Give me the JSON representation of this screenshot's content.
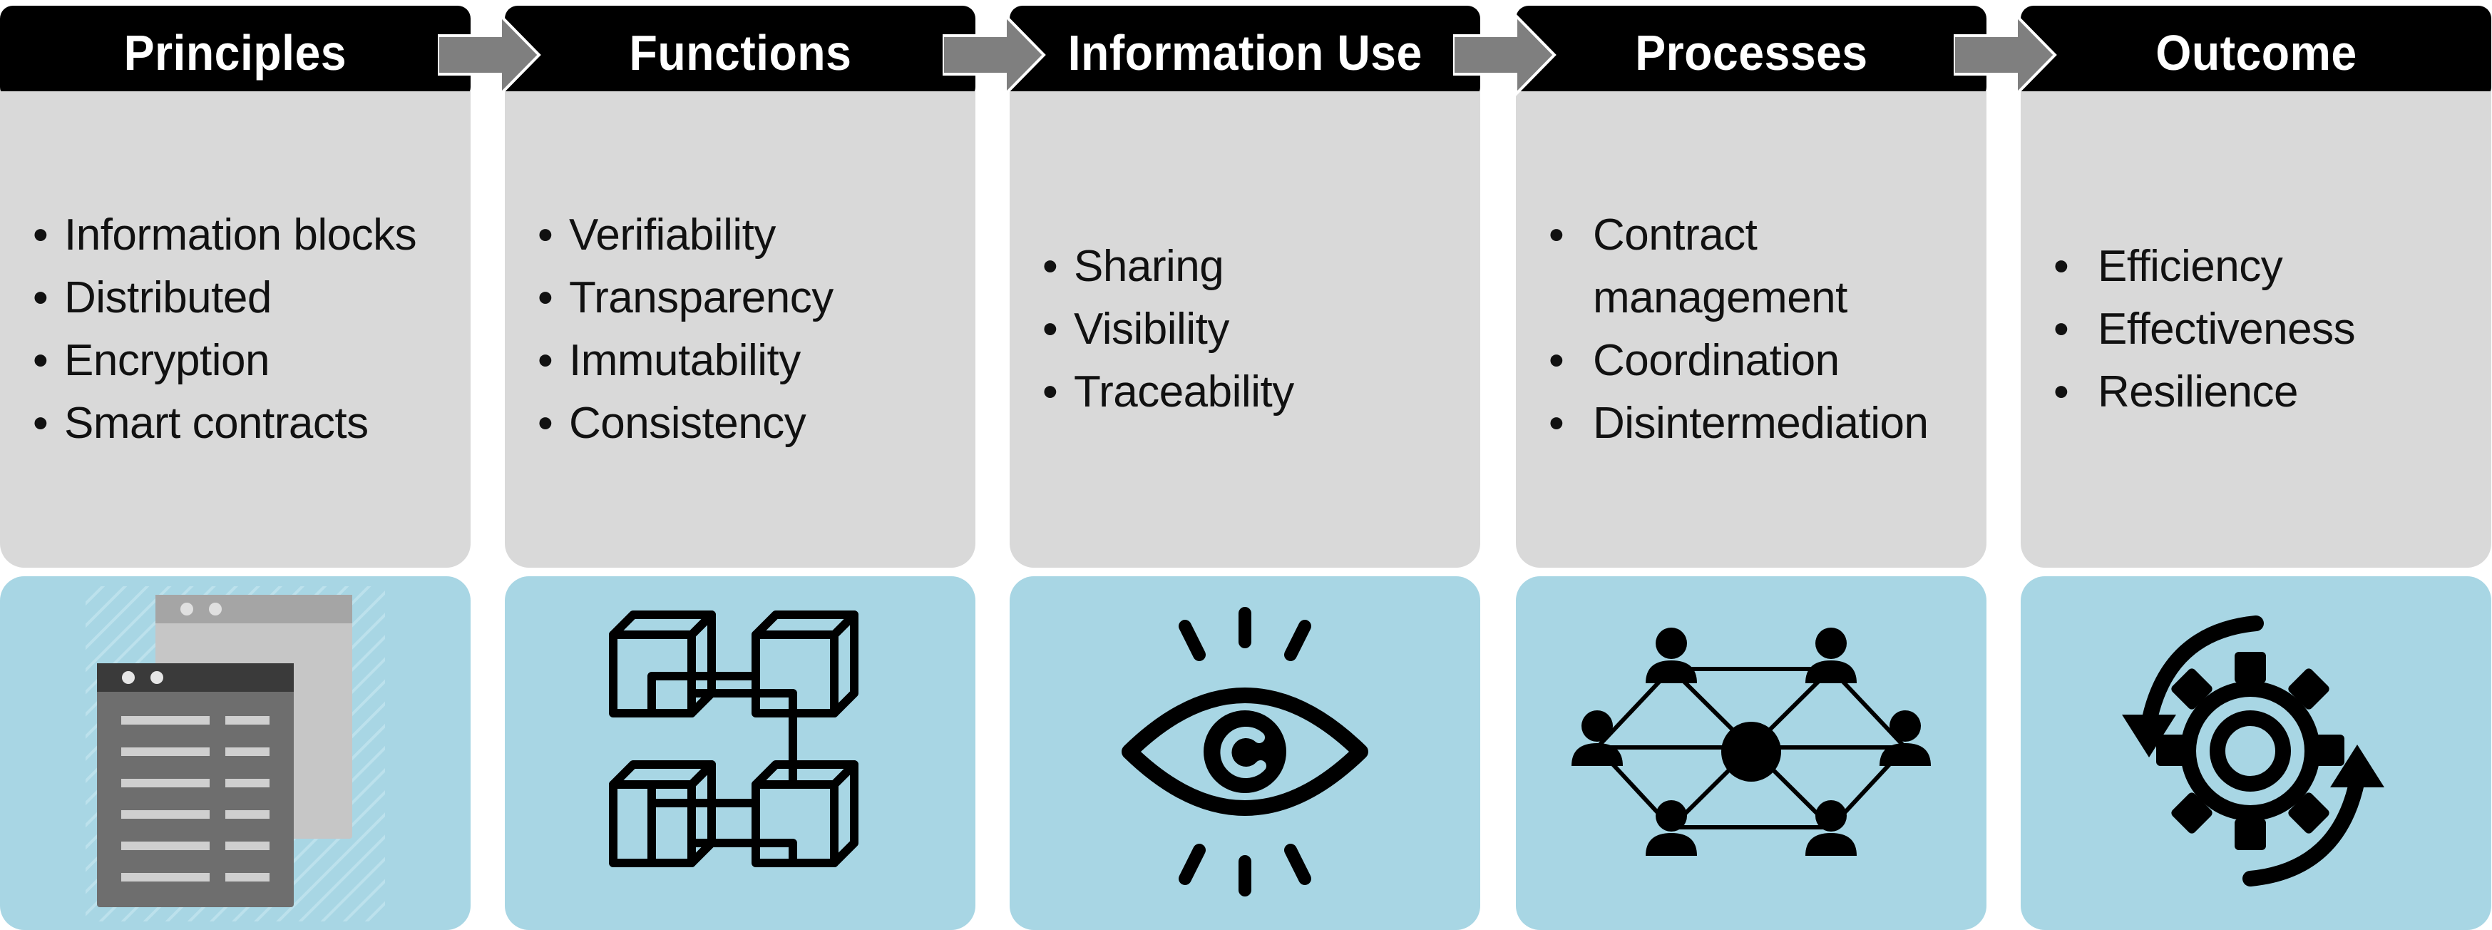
{
  "columns": [
    {
      "title": "Principles",
      "icon": "document-windows-icon",
      "items": [
        "Information blocks",
        "Distributed",
        "Encryption",
        "Smart contracts"
      ]
    },
    {
      "title": "Functions",
      "icon": "blockchain-cubes-icon",
      "items": [
        "Verifiability",
        "Transparency",
        "Immutability",
        "Consistency"
      ]
    },
    {
      "title": "Information Use",
      "icon": "eye-icon",
      "items": [
        "Sharing",
        "Visibility",
        "Traceability"
      ]
    },
    {
      "title": "Processes",
      "icon": "network-people-icon",
      "items": [
        "Contract",
        "management",
        "Coordination",
        "Disintermediation"
      ]
    },
    {
      "title": "Outcome",
      "icon": "gear-cycle-icon",
      "items": [
        "Efficiency",
        "Effectiveness",
        "Resilience"
      ]
    }
  ],
  "colors": {
    "header": "#000000",
    "text_panel": "#d9d9d9",
    "icon_panel": "#a8d6e4",
    "arrow": "#7f7f7f"
  }
}
